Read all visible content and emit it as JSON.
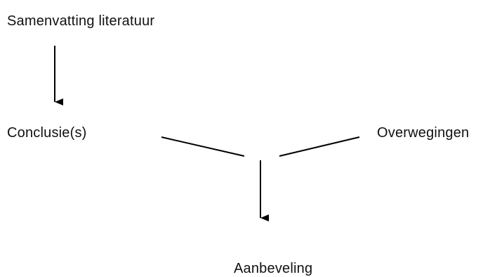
{
  "diagram": {
    "nodes": {
      "summary": "Samenvatting literatuur",
      "conclusions": "Conclusie(s)",
      "considerations": "Overwegingen",
      "recommendation": "Aanbeveling"
    }
  }
}
